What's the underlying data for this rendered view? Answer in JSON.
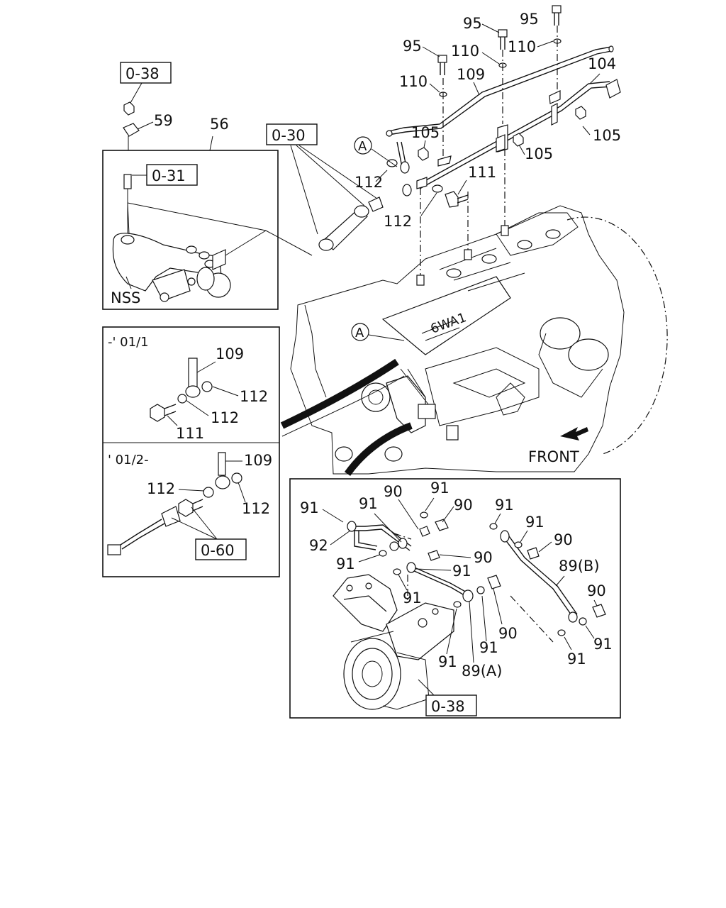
{
  "top_section": {
    "refs": {
      "r038_top": "0-38",
      "r030": "0-30",
      "r031": "0-31"
    },
    "labels": {
      "p95a": "95",
      "p95b": "95",
      "p95c": "95",
      "p110a": "110",
      "p110b": "110",
      "p110c": "110",
      "p109": "109",
      "p104": "104",
      "p105a": "105",
      "p105b": "105",
      "p105c": "105",
      "p112a": "112",
      "p112b": "112",
      "p111": "111",
      "p59": "59",
      "p56": "56",
      "nss": "NSS",
      "circleA_top": "A",
      "circleA_engine": "A",
      "front": "FRONT"
    }
  },
  "inset_left": {
    "upper": {
      "period": "-' 01/1",
      "p109": "109",
      "p112a": "112",
      "p112b": "112",
      "p111": "111"
    },
    "lower": {
      "period": "' 01/2-",
      "p109": "109",
      "p112a": "112",
      "p112b": "112",
      "r060": "0-60"
    }
  },
  "inset_bottom": {
    "labels": {
      "p90a": "90",
      "p91a": "91",
      "p90b": "90",
      "p91b": "91",
      "p91c": "91",
      "p91d": "91",
      "p91e": "91",
      "p90c": "90",
      "p92": "92",
      "p90d": "90",
      "p91f": "91",
      "p89b": "89(B)",
      "p90e": "90",
      "p91g": "91",
      "p91h": "91",
      "p91i": "91",
      "p91j": "91",
      "p91k": "91",
      "p90f": "90",
      "p91l": "91",
      "p89a": "89(A)"
    },
    "r038_bottom": "0-38"
  }
}
